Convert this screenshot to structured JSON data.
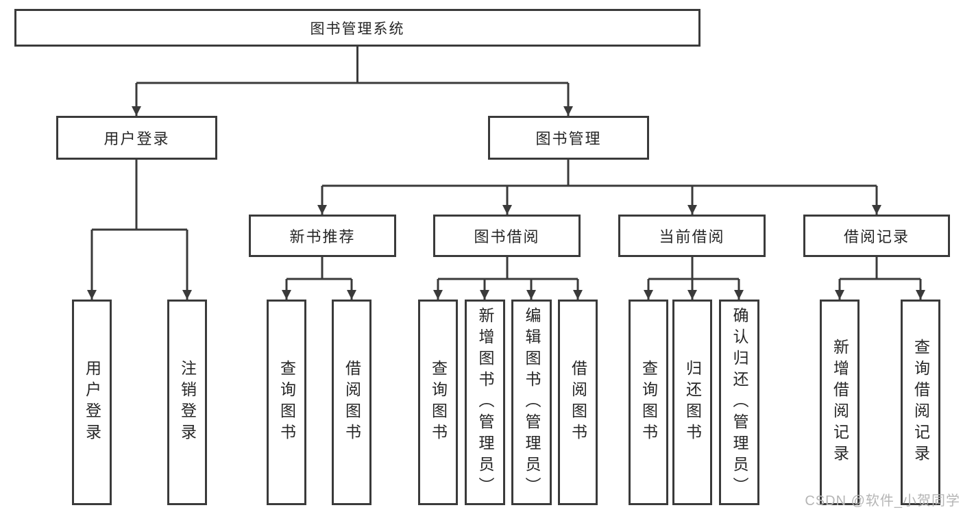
{
  "tree": {
    "root": "图书管理系统",
    "branches": [
      {
        "label": "用户登录",
        "children": [
          "用户登录",
          "注销登录"
        ]
      },
      {
        "label": "图书管理",
        "children": [
          {
            "label": "新书推荐",
            "children": [
              "查询图书",
              "借阅图书"
            ]
          },
          {
            "label": "图书借阅",
            "children": [
              "查询图书",
              "新增图书（管理员）",
              "编辑图书（管理员）",
              "借阅图书"
            ]
          },
          {
            "label": "当前借阅",
            "children": [
              "查询图书",
              "归还图书",
              "确认归还（管理员）"
            ]
          },
          {
            "label": "借阅记录",
            "children": [
              "新增借阅记录",
              "查询借阅记录"
            ]
          }
        ]
      }
    ]
  },
  "watermark": "CSDN @软件_小贺同学",
  "colors": {
    "line": "#3a3a3a",
    "text": "#262626",
    "background": "#ffffff",
    "watermark": "#b5b5b5"
  }
}
